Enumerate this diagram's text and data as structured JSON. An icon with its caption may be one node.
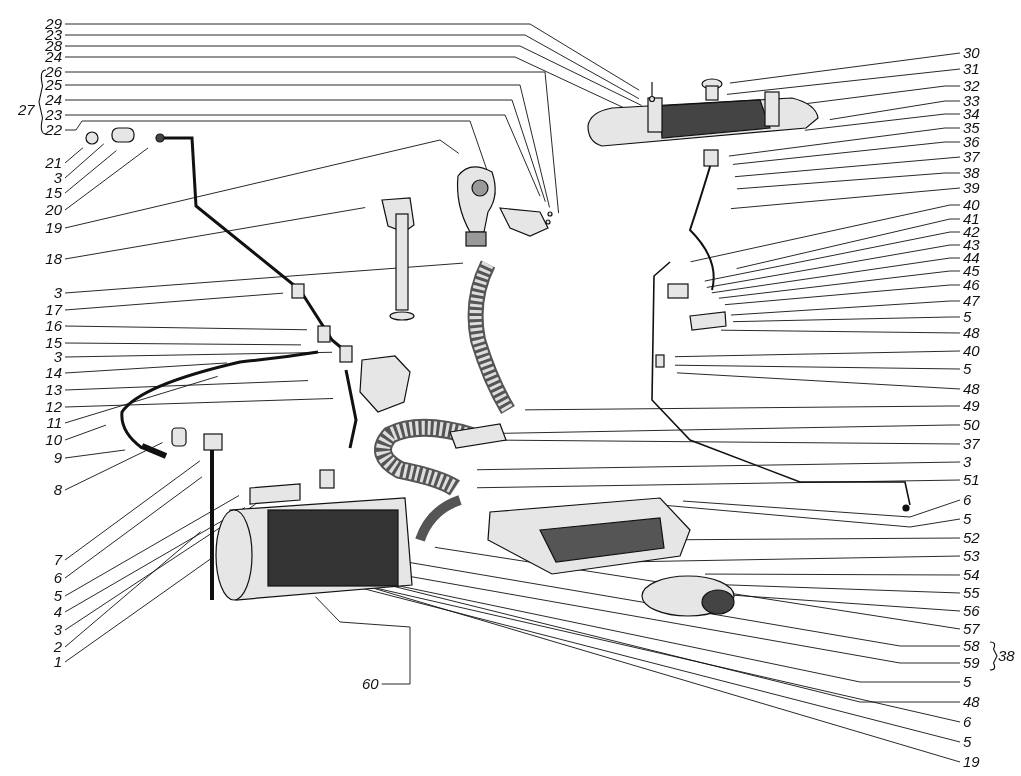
{
  "diagram": {
    "nodes": [
      {
        "text": [
          "29"
        ]
      },
      {
        "text": [
          "23"
        ]
      },
      {
        "text": [
          "28"
        ]
      },
      {
        "text": [
          "24"
        ]
      },
      {
        "text": [
          "26"
        ]
      },
      {
        "text": [
          "25"
        ]
      },
      {
        "text": [
          "24"
        ]
      },
      {
        "text": [
          "23"
        ]
      },
      {
        "text": [
          "22"
        ]
      },
      {
        "text": [
          "21"
        ]
      },
      {
        "text": [
          "3"
        ]
      },
      {
        "text": [
          "15"
        ]
      },
      {
        "text": [
          "20"
        ]
      },
      {
        "text": [
          "19"
        ]
      },
      {
        "text": [
          "18"
        ]
      },
      {
        "text": [
          "3"
        ]
      },
      {
        "text": [
          "17"
        ]
      },
      {
        "text": [
          "16"
        ]
      },
      {
        "text": [
          "15"
        ]
      },
      {
        "text": [
          "3"
        ]
      },
      {
        "text": [
          "14"
        ]
      },
      {
        "text": [
          "13"
        ]
      },
      {
        "text": [
          "12"
        ]
      },
      {
        "text": [
          "11"
        ]
      },
      {
        "text": [
          "10"
        ]
      },
      {
        "text": [
          "9"
        ]
      },
      {
        "text": [
          "8"
        ]
      },
      {
        "text": [
          "7"
        ]
      },
      {
        "text": [
          "6"
        ]
      },
      {
        "text": [
          "5"
        ]
      },
      {
        "text": [
          "4"
        ]
      },
      {
        "text": [
          "3"
        ]
      },
      {
        "text": [
          "2"
        ]
      },
      {
        "text": [
          "1"
        ]
      },
      {
        "text": [
          "30"
        ]
      },
      {
        "text": [
          "31"
        ]
      },
      {
        "text": [
          "32"
        ]
      },
      {
        "text": [
          "33"
        ]
      },
      {
        "text": [
          "34"
        ]
      },
      {
        "text": [
          "35"
        ]
      },
      {
        "text": [
          "36"
        ]
      },
      {
        "text": [
          "37"
        ]
      },
      {
        "text": [
          "38"
        ]
      },
      {
        "text": [
          "39"
        ]
      },
      {
        "text": [
          "40"
        ]
      },
      {
        "text": [
          "41"
        ]
      },
      {
        "text": [
          "42"
        ]
      },
      {
        "text": [
          "43"
        ]
      },
      {
        "text": [
          "44"
        ]
      },
      {
        "text": [
          "45"
        ]
      },
      {
        "text": [
          "46"
        ]
      },
      {
        "text": [
          "47"
        ]
      },
      {
        "text": [
          "5"
        ]
      },
      {
        "text": [
          "48"
        ]
      },
      {
        "text": [
          "40"
        ]
      },
      {
        "text": [
          "5"
        ]
      },
      {
        "text": [
          "48"
        ]
      },
      {
        "text": [
          "49"
        ]
      },
      {
        "text": [
          "50"
        ]
      },
      {
        "text": [
          "37"
        ]
      },
      {
        "text": [
          "3"
        ]
      },
      {
        "text": [
          "51"
        ]
      },
      {
        "text": [
          "6"
        ]
      },
      {
        "text": [
          "5"
        ]
      },
      {
        "text": [
          "52"
        ]
      },
      {
        "text": [
          "53"
        ]
      },
      {
        "text": [
          "54"
        ]
      },
      {
        "text": [
          "55"
        ]
      },
      {
        "text": [
          "56"
        ]
      },
      {
        "text": [
          "57"
        ]
      },
      {
        "text": [
          "58"
        ]
      },
      {
        "text": [
          "59"
        ]
      },
      {
        "text": [
          "5"
        ]
      },
      {
        "text": [
          "48"
        ]
      },
      {
        "text": [
          "6"
        ]
      },
      {
        "text": [
          "5"
        ]
      },
      {
        "text": [
          "19"
        ]
      },
      {
        "text": [
          "60"
        ]
      }
    ],
    "edges": [
      {
        "from": 0,
        "to": null,
        "arrow": "none"
      },
      {
        "from": 1,
        "to": null,
        "arrow": "none"
      },
      {
        "from": 2,
        "to": null,
        "arrow": "none"
      },
      {
        "from": 3,
        "to": null,
        "arrow": "none"
      },
      {
        "from": 4,
        "to": null,
        "arrow": "none"
      },
      {
        "from": 5,
        "to": null,
        "arrow": "none"
      },
      {
        "from": 6,
        "to": null,
        "arrow": "none"
      },
      {
        "from": 7,
        "to": null,
        "arrow": "none"
      },
      {
        "from": 8,
        "to": null,
        "arrow": "none"
      },
      {
        "from": 9,
        "to": null,
        "arrow": "none"
      },
      {
        "from": 10,
        "to": null,
        "arrow": "none"
      },
      {
        "from": 11,
        "to": null,
        "arrow": "none"
      },
      {
        "from": 12,
        "to": null,
        "arrow": "none"
      },
      {
        "from": 13,
        "to": null,
        "arrow": "none"
      },
      {
        "from": 14,
        "to": null,
        "arrow": "none"
      },
      {
        "from": 15,
        "to": null,
        "arrow": "none"
      },
      {
        "from": 16,
        "to": null,
        "arrow": "none"
      },
      {
        "from": 17,
        "to": null,
        "arrow": "none"
      },
      {
        "from": 18,
        "to": null,
        "arrow": "none"
      },
      {
        "from": 19,
        "to": null,
        "arrow": "none"
      },
      {
        "from": 20,
        "to": null,
        "arrow": "none"
      },
      {
        "from": 21,
        "to": null,
        "arrow": "none"
      },
      {
        "from": 22,
        "to": null,
        "arrow": "none"
      },
      {
        "from": 23,
        "to": null,
        "arrow": "none"
      },
      {
        "from": 24,
        "to": null,
        "arrow": "none"
      },
      {
        "from": 25,
        "to": null,
        "arrow": "none"
      },
      {
        "from": 26,
        "to": null,
        "arrow": "none"
      },
      {
        "from": 27,
        "to": null,
        "arrow": "none"
      },
      {
        "from": 28,
        "to": null,
        "arrow": "none"
      },
      {
        "from": 29,
        "to": null,
        "arrow": "none"
      },
      {
        "from": 30,
        "to": null,
        "arrow": "none"
      },
      {
        "from": 31,
        "to": null,
        "arrow": "none"
      },
      {
        "from": 32,
        "to": null,
        "arrow": "none"
      },
      {
        "from": 33,
        "to": null,
        "arrow": "none"
      },
      {
        "from": 34,
        "to": null,
        "arrow": "none"
      },
      {
        "from": 35,
        "to": null,
        "arrow": "none"
      },
      {
        "from": 36,
        "to": null,
        "arrow": "none"
      },
      {
        "from": 37,
        "to": null,
        "arrow": "none"
      },
      {
        "from": 38,
        "to": null,
        "arrow": "none"
      },
      {
        "from": 39,
        "to": null,
        "arrow": "none"
      },
      {
        "from": 40,
        "to": null,
        "arrow": "none"
      },
      {
        "from": 41,
        "to": null,
        "arrow": "none"
      },
      {
        "from": 42,
        "to": null,
        "arrow": "none"
      },
      {
        "from": 43,
        "to": null,
        "arrow": "none"
      },
      {
        "from": 44,
        "to": null,
        "arrow": "none"
      },
      {
        "from": 45,
        "to": null,
        "arrow": "none"
      },
      {
        "from": 46,
        "to": null,
        "arrow": "none"
      },
      {
        "from": 47,
        "to": null,
        "arrow": "none"
      },
      {
        "from": 48,
        "to": null,
        "arrow": "none"
      },
      {
        "from": 49,
        "to": null,
        "arrow": "none"
      },
      {
        "from": 50,
        "to": null,
        "arrow": "none"
      },
      {
        "from": 51,
        "to": null,
        "arrow": "none"
      },
      {
        "from": 52,
        "to": null,
        "arrow": "none"
      },
      {
        "from": 53,
        "to": null,
        "arrow": "none"
      },
      {
        "from": 54,
        "to": null,
        "arrow": "none"
      },
      {
        "from": 55,
        "to": null,
        "arrow": "none"
      },
      {
        "from": 56,
        "to": null,
        "arrow": "none"
      },
      {
        "from": 57,
        "to": null,
        "arrow": "none"
      },
      {
        "from": 58,
        "to": null,
        "arrow": "none"
      },
      {
        "from": 59,
        "to": null,
        "arrow": "none"
      },
      {
        "from": 60,
        "to": null,
        "arrow": "none"
      },
      {
        "from": 61,
        "to": null,
        "arrow": "none"
      },
      {
        "from": 62,
        "to": null,
        "arrow": "none"
      },
      {
        "from": 63,
        "to": null,
        "arrow": "none"
      },
      {
        "from": 64,
        "to": null,
        "arrow": "none"
      },
      {
        "from": 65,
        "to": null,
        "arrow": "none"
      },
      {
        "from": 66,
        "to": null,
        "arrow": "none"
      },
      {
        "from": 67,
        "to": null,
        "arrow": "none"
      },
      {
        "from": 68,
        "to": null,
        "arrow": "none"
      },
      {
        "from": 69,
        "to": null,
        "arrow": "none"
      },
      {
        "from": 70,
        "to": null,
        "arrow": "none"
      },
      {
        "from": 71,
        "to": null,
        "arrow": "none"
      },
      {
        "from": 72,
        "to": null,
        "arrow": "none"
      },
      {
        "from": 73,
        "to": null,
        "arrow": "none"
      },
      {
        "from": 74,
        "to": null,
        "arrow": "none"
      },
      {
        "from": 75,
        "to": null,
        "arrow": "none"
      },
      {
        "from": 76,
        "to": null,
        "arrow": "none"
      },
      {
        "from": 77,
        "to": null,
        "arrow": "none"
      }
    ],
    "labels": [
      "27",
      "38"
    ]
  }
}
